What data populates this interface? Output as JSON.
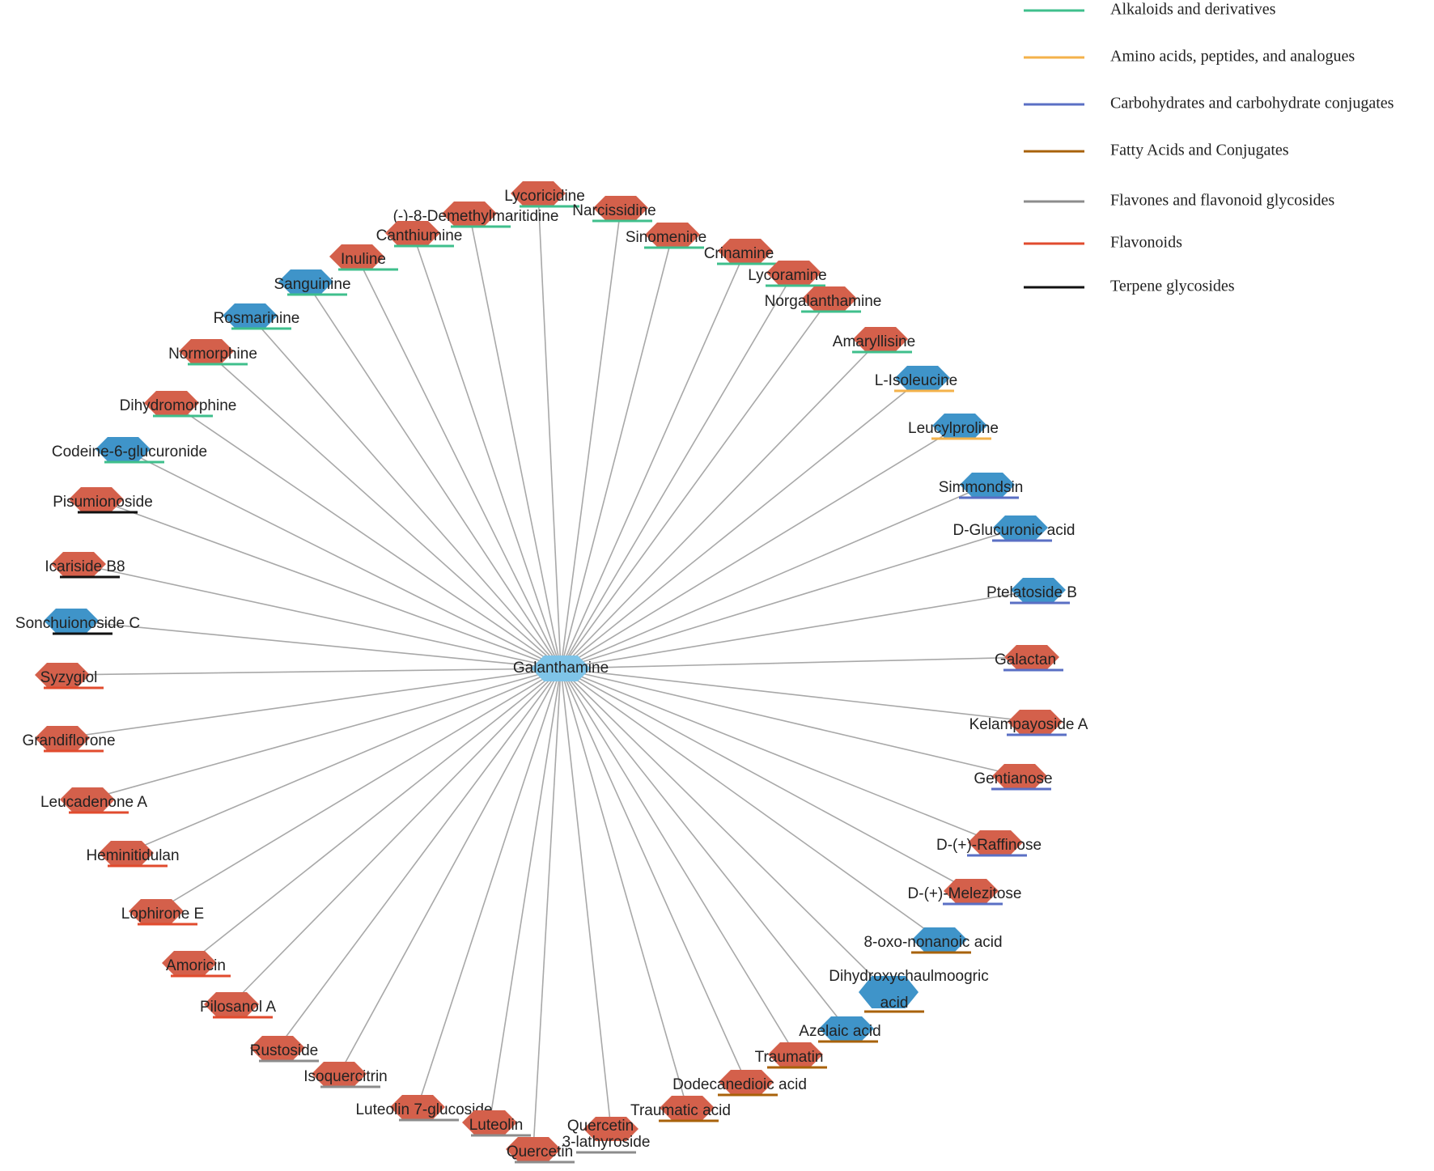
{
  "colors": {
    "edge": "#a8a8a8",
    "node_red": "#d4604b",
    "node_blue": "#3f94c9",
    "node_center": "#7fc4e8"
  },
  "legend": [
    {
      "label": "Alkaloids and derivatives",
      "color": "#3fbf8c"
    },
    {
      "label": "Amino acids, peptides, and analogues",
      "color": "#f4b24a"
    },
    {
      "label": "Carbohydrates and carbohydrate conjugates",
      "color": "#5a6fc4"
    },
    {
      "label": "Fatty Acids and Conjugates",
      "color": "#a8620a"
    },
    {
      "label": "Flavones and flavonoid glycosides",
      "color": "#8c8c8c"
    },
    {
      "label": "Flavonoids",
      "color": "#e14b2e"
    },
    {
      "label": "Terpene glycosides",
      "color": "#111111"
    }
  ],
  "center": {
    "label": "Galanthamine",
    "node": "light-blue"
  },
  "nodes": [
    {
      "label": "Lycoricidine",
      "node": "red",
      "category": 0
    },
    {
      "label": "(-)-8-Demethylmaritidine",
      "node": "red",
      "category": 0
    },
    {
      "label": "Narcissidine",
      "node": "red",
      "category": 0
    },
    {
      "label": "Canthiumine",
      "node": "red",
      "category": 0
    },
    {
      "label": "Sinomenine",
      "node": "red",
      "category": 0
    },
    {
      "label": "Inuline",
      "node": "red",
      "category": 0
    },
    {
      "label": "Crinamine",
      "node": "red",
      "category": 0
    },
    {
      "label": "Sanguinine",
      "node": "blue",
      "category": 0
    },
    {
      "label": "Lycoramine",
      "node": "red",
      "category": 0
    },
    {
      "label": "Norgalanthamine",
      "node": "red",
      "category": 0
    },
    {
      "label": "Rosmarinine",
      "node": "blue",
      "category": 0
    },
    {
      "label": "Amaryllisine",
      "node": "red",
      "category": 0
    },
    {
      "label": "Normorphine",
      "node": "red",
      "category": 0
    },
    {
      "label": "L-Isoleucine",
      "node": "blue",
      "category": 1
    },
    {
      "label": "Dihydromorphine",
      "node": "red",
      "category": 0
    },
    {
      "label": "Leucylproline",
      "node": "blue",
      "category": 1
    },
    {
      "label": "Codeine-6-glucuronide",
      "node": "blue",
      "category": 0
    },
    {
      "label": "Simmondsin",
      "node": "blue",
      "category": 2
    },
    {
      "label": "Pisumionoside",
      "node": "red",
      "category": 6
    },
    {
      "label": "D-Glucuronic acid",
      "node": "blue",
      "category": 2
    },
    {
      "label": "Icariside B8",
      "node": "red",
      "category": 6
    },
    {
      "label": "Ptelatoside B",
      "node": "blue",
      "category": 2
    },
    {
      "label": "Sonchuionoside C",
      "node": "blue",
      "category": 6
    },
    {
      "label": "Galactan",
      "node": "red",
      "category": 2
    },
    {
      "label": "Syzygiol",
      "node": "red",
      "category": 5
    },
    {
      "label": "Kelampayoside A",
      "node": "red",
      "category": 2
    },
    {
      "label": "Grandiflorone",
      "node": "red",
      "category": 5
    },
    {
      "label": "Gentianose",
      "node": "red",
      "category": 2
    },
    {
      "label": "Leucadenone A",
      "node": "red",
      "category": 5
    },
    {
      "label": "D-(+)-Raffinose",
      "node": "red",
      "category": 2
    },
    {
      "label": "Heminitidulan",
      "node": "red",
      "category": 5
    },
    {
      "label": "D-(+)-Melezitose",
      "node": "red",
      "category": 2
    },
    {
      "label": "Lophirone E",
      "node": "red",
      "category": 5
    },
    {
      "label": "8-oxo-nonanoic acid",
      "node": "blue",
      "category": 3
    },
    {
      "label": "Amoricin",
      "node": "red",
      "category": 5
    },
    {
      "label": "Dihydroxychaulmoogric",
      "label2": "acid",
      "node": "blue",
      "category": 3
    },
    {
      "label": "Pilosanol A",
      "node": "red",
      "category": 5
    },
    {
      "label": "Azelaic acid",
      "node": "blue",
      "category": 3
    },
    {
      "label": "Rustoside",
      "node": "red",
      "category": 4
    },
    {
      "label": "Traumatin",
      "node": "red",
      "category": 3
    },
    {
      "label": "Isoquercitrin",
      "node": "red",
      "category": 4
    },
    {
      "label": "Dodecanedioic acid",
      "node": "red",
      "category": 3
    },
    {
      "label": "Luteolin 7-glucoside",
      "node": "red",
      "category": 4
    },
    {
      "label": "Traumatic acid",
      "node": "red",
      "category": 3
    },
    {
      "label": "Luteolin",
      "node": "red",
      "category": 4
    },
    {
      "label": "Quercetin",
      "label2": "3-lathyroside",
      "node": "red",
      "category": 4
    },
    {
      "label": "Quercetin",
      "node": "red",
      "category": 4
    }
  ]
}
